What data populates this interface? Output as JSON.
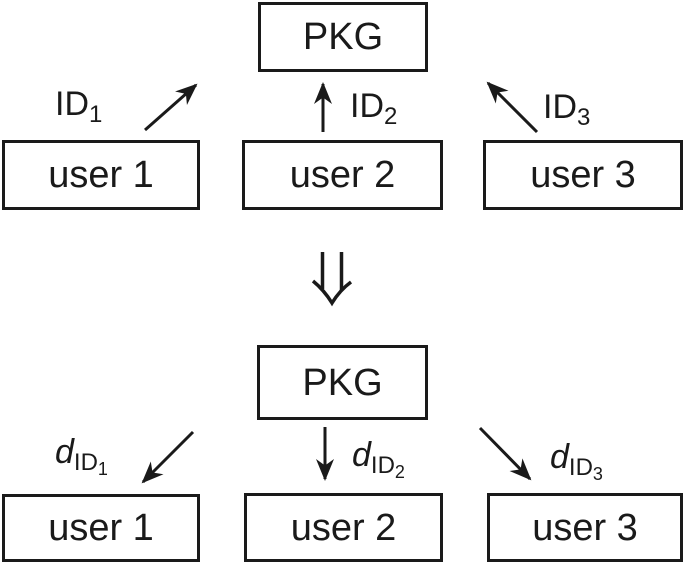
{
  "diagram": {
    "description": "PKG identity-based key issuance scheme",
    "colors": {
      "stroke": "#1a1a1a",
      "background": "#ffffff"
    },
    "top": {
      "pkg_label": "PKG",
      "users": [
        {
          "label": "user 1"
        },
        {
          "label": "user 2"
        },
        {
          "label": "user 3"
        }
      ],
      "arrow_labels": [
        {
          "base": "ID",
          "sub": "1"
        },
        {
          "base": "ID",
          "sub": "2"
        },
        {
          "base": "ID",
          "sub": "3"
        }
      ]
    },
    "transform_symbol": "double-down-arrow",
    "bottom": {
      "pkg_label": "PKG",
      "users": [
        {
          "label": "user 1"
        },
        {
          "label": "user 2"
        },
        {
          "label": "user 3"
        }
      ],
      "arrow_labels": [
        {
          "base": "d",
          "sub": "ID",
          "subsub": "1"
        },
        {
          "base": "d",
          "sub": "ID",
          "subsub": "2"
        },
        {
          "base": "d",
          "sub": "ID",
          "subsub": "3"
        }
      ]
    }
  }
}
